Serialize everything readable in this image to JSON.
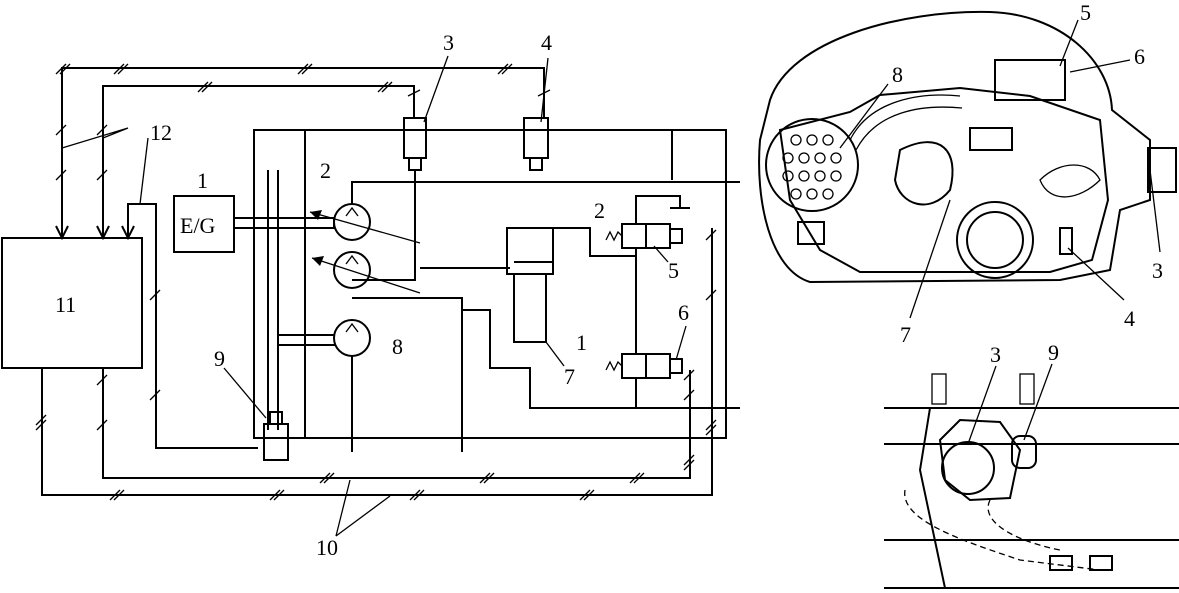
{
  "schematic": {
    "labels": {
      "controller": "11",
      "sensor_harness": "12",
      "wire_bundle": "10",
      "eg_unit_num": "1",
      "eg_unit": "E/G",
      "pump": "2",
      "sensor_3": "3",
      "sensor_4": "4",
      "valve_upper": "5",
      "valve_upper_num": "2",
      "valve_lower": "6",
      "cylinder": "1",
      "cylinder_bottom": "7",
      "motor": "8",
      "sensor_9": "9"
    }
  },
  "drawing_top": {
    "labels": {
      "l5": "5",
      "l6": "6",
      "l8": "8",
      "l3": "3",
      "l4": "4",
      "l7": "7"
    }
  },
  "drawing_bottom": {
    "labels": {
      "l3": "3",
      "l9": "9"
    }
  }
}
